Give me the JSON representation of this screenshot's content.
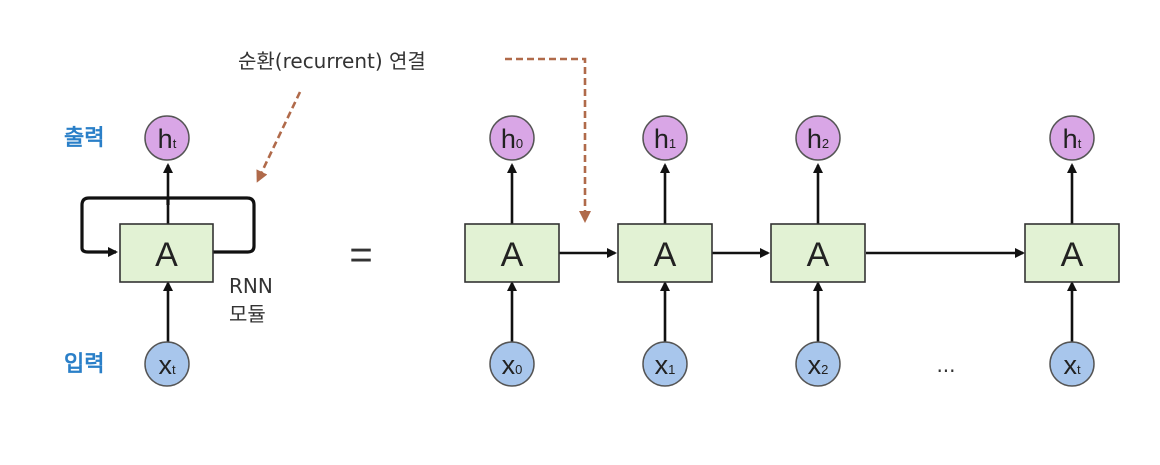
{
  "diagram": {
    "recurrent_label": "순환(recurrent) 연결",
    "output_label": "출력",
    "input_label": "입력",
    "module_label_line1": "RNN",
    "module_label_line2": "모듈",
    "equals_sign": "=",
    "ellipsis": "...",
    "cell_label": "A",
    "folded": {
      "hidden": {
        "main": "h",
        "sub": "t"
      },
      "input": {
        "main": "x",
        "sub": "t"
      }
    },
    "unrolled": [
      {
        "hidden": {
          "main": "h",
          "sub": "0"
        },
        "input": {
          "main": "x",
          "sub": "0"
        }
      },
      {
        "hidden": {
          "main": "h",
          "sub": "1"
        },
        "input": {
          "main": "x",
          "sub": "1"
        }
      },
      {
        "hidden": {
          "main": "h",
          "sub": "2"
        },
        "input": {
          "main": "x",
          "sub": "2"
        }
      },
      {
        "hidden": {
          "main": "h",
          "sub": "t"
        },
        "input": {
          "main": "x",
          "sub": "t"
        }
      }
    ],
    "colors": {
      "cell_fill": "#e2f2d4",
      "hidden_node": "#d9a6e6",
      "input_node": "#a8c6ec",
      "side_label": "#2a7fc8",
      "callout_arrow": "#b06a4a"
    }
  }
}
